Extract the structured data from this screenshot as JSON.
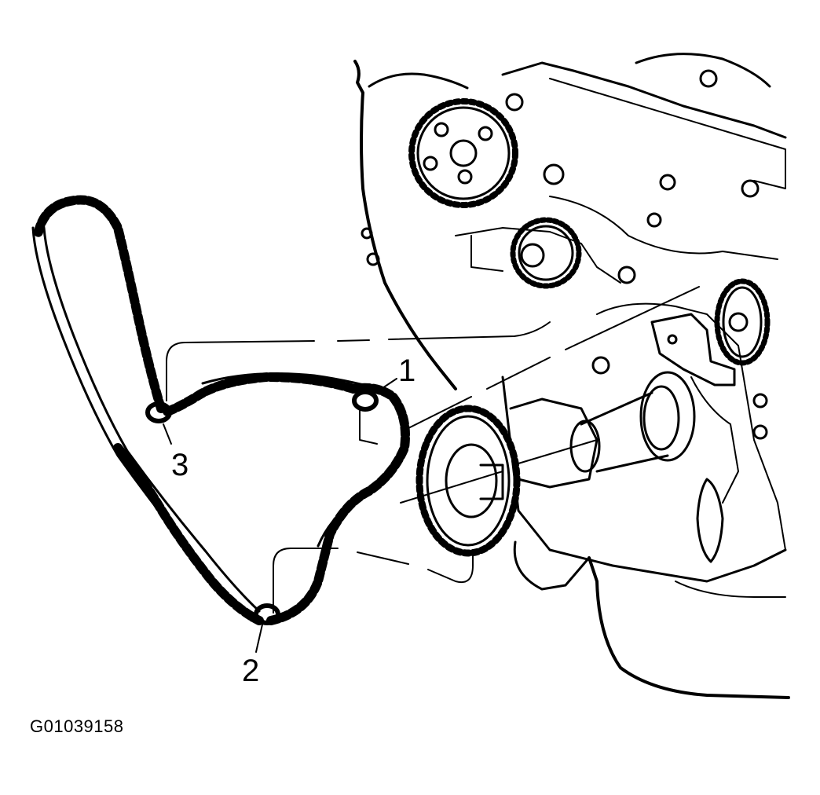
{
  "callouts": {
    "one": "1",
    "two": "2",
    "three": "3"
  },
  "figure_id": "G01039158",
  "colors": {
    "ink": "#000000",
    "background": "#ffffff"
  }
}
